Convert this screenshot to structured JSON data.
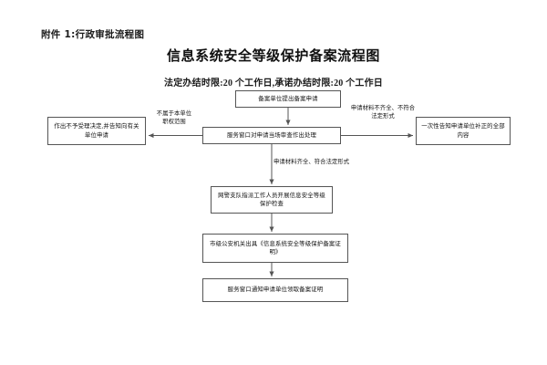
{
  "header": {
    "attachment_label": "附件 1:行政审批流程图",
    "title": "信息系统安全等级保护备案流程图",
    "subtitle": "法定办结时限:20 个工作日,承诺办结时限:20 个工作日"
  },
  "flowchart": {
    "type": "flowchart",
    "orientation": "top-to-bottom",
    "nodes": [
      {
        "id": "apply",
        "label": "备案单位提出备案申请"
      },
      {
        "id": "window",
        "label": "服务窗口对申请当场审查作出处理"
      },
      {
        "id": "reject",
        "label": "作出不予受理决定,并告知向有关单位申请"
      },
      {
        "id": "notify_fix",
        "label": "一次性告知申请单位补正的全部内容"
      },
      {
        "id": "inspect",
        "label": "网警支队指派工作人员开展信息安全等级保护检查"
      },
      {
        "id": "certify",
        "label": "市级公安机关出具《信息系统安全等级保护备案证明》"
      },
      {
        "id": "collect",
        "label": "服务窗口通知申请单位领取备案证明"
      }
    ],
    "edges": [
      {
        "from": "apply",
        "to": "window",
        "label": ""
      },
      {
        "from": "window",
        "to": "reject",
        "label": "不属于本单位\n职权范围"
      },
      {
        "from": "window",
        "to": "notify_fix",
        "label": "申请材料不齐全、不符合\n法定形式"
      },
      {
        "from": "window",
        "to": "inspect",
        "label": "申请材料齐全、符合法定形式"
      },
      {
        "from": "inspect",
        "to": "certify",
        "label": ""
      },
      {
        "from": "certify",
        "to": "collect",
        "label": ""
      }
    ],
    "edge_labels": {
      "out_of_scope_line1": "不属于本单位",
      "out_of_scope_line2": "职权范围",
      "incomplete_line1": "申请材料不齐全、不符合",
      "incomplete_line2": "法定形式",
      "complete": "申请材料齐全、符合法定形式"
    }
  },
  "colors": {
    "background": "#ffffff",
    "box_border": "#555555",
    "connector": "#555555",
    "text": "#111111"
  }
}
